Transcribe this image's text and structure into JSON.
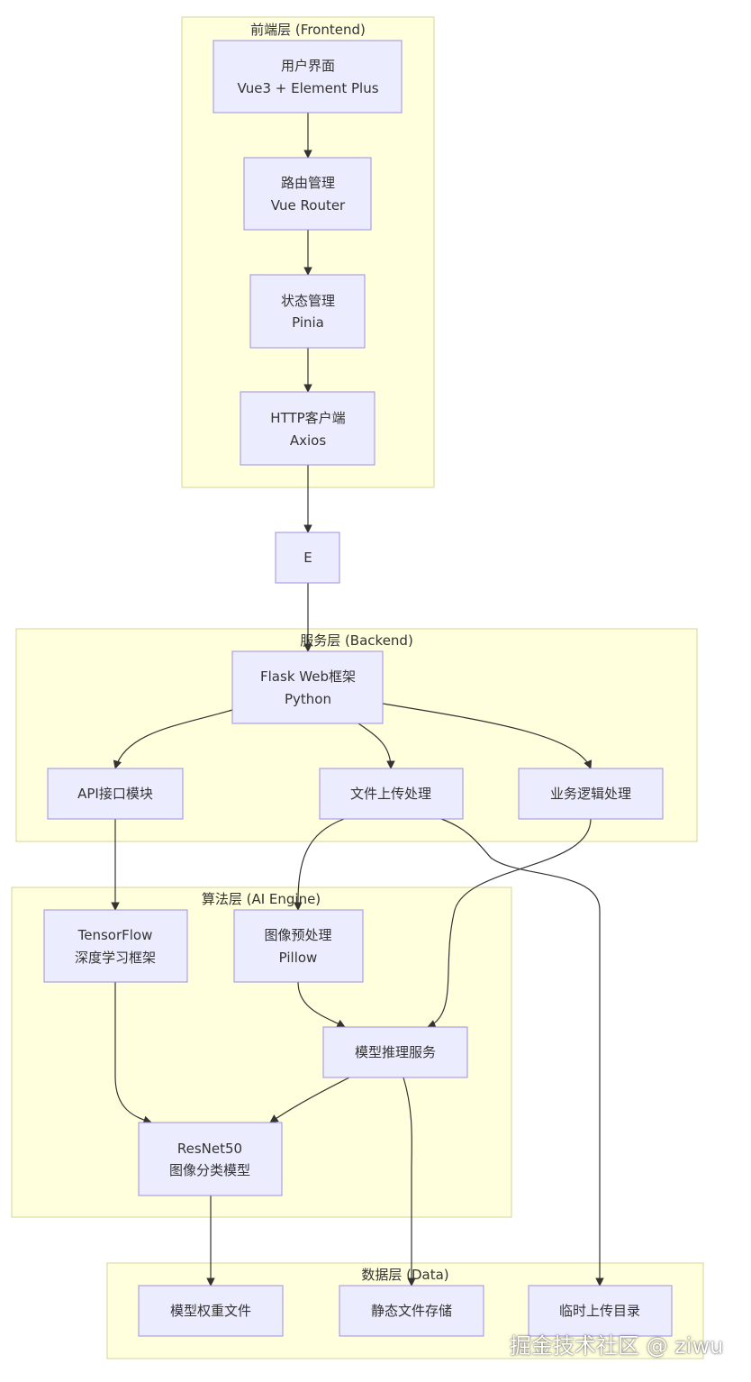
{
  "clusters": {
    "frontend": {
      "label": "前端层 (Frontend)"
    },
    "backend": {
      "label": "服务层 (Backend)"
    },
    "ai": {
      "label": "算法层 (AI Engine)"
    },
    "data": {
      "label": "数据层 (Data)"
    }
  },
  "nodes": {
    "ui": {
      "line1": "用户界面",
      "line2": "Vue3 + Element Plus"
    },
    "router": {
      "line1": "路由管理",
      "line2": "Vue Router"
    },
    "state": {
      "line1": "状态管理",
      "line2": "Pinia"
    },
    "http": {
      "line1": "HTTP客户端",
      "line2": "Axios"
    },
    "e": {
      "line1": "E"
    },
    "flask": {
      "line1": "Flask Web框架",
      "line2": "Python"
    },
    "api": {
      "line1": "API接口模块"
    },
    "upload": {
      "line1": "文件上传处理"
    },
    "logic": {
      "line1": "业务逻辑处理"
    },
    "tensorflow": {
      "line1": "TensorFlow",
      "line2": "深度学习框架"
    },
    "preprocess": {
      "line1": "图像预处理",
      "line2": "Pillow"
    },
    "inference": {
      "line1": "模型推理服务"
    },
    "resnet": {
      "line1": "ResNet50",
      "line2": "图像分类模型"
    },
    "weights": {
      "line1": "模型权重文件"
    },
    "static": {
      "line1": "静态文件存储"
    },
    "temp": {
      "line1": "临时上传目录"
    }
  },
  "edges": [
    {
      "from": "ui",
      "to": "router"
    },
    {
      "from": "router",
      "to": "state"
    },
    {
      "from": "state",
      "to": "http"
    },
    {
      "from": "http",
      "to": "e"
    },
    {
      "from": "e",
      "to": "flask"
    },
    {
      "from": "flask",
      "to": "api"
    },
    {
      "from": "flask",
      "to": "upload"
    },
    {
      "from": "flask",
      "to": "logic"
    },
    {
      "from": "api",
      "to": "tensorflow"
    },
    {
      "from": "upload",
      "to": "preprocess"
    },
    {
      "from": "upload",
      "to": "temp"
    },
    {
      "from": "logic",
      "to": "inference"
    },
    {
      "from": "preprocess",
      "to": "inference"
    },
    {
      "from": "tensorflow",
      "to": "resnet"
    },
    {
      "from": "inference",
      "to": "resnet"
    },
    {
      "from": "inference",
      "to": "static"
    },
    {
      "from": "resnet",
      "to": "weights"
    }
  ],
  "watermark": "掘金技术社区 @ ziwu",
  "colors": {
    "cluster_fill": "#ffffde",
    "cluster_stroke": "#d4d49a",
    "node_fill": "#ececff",
    "node_stroke": "#9f8fdf",
    "edge": "#333333"
  }
}
